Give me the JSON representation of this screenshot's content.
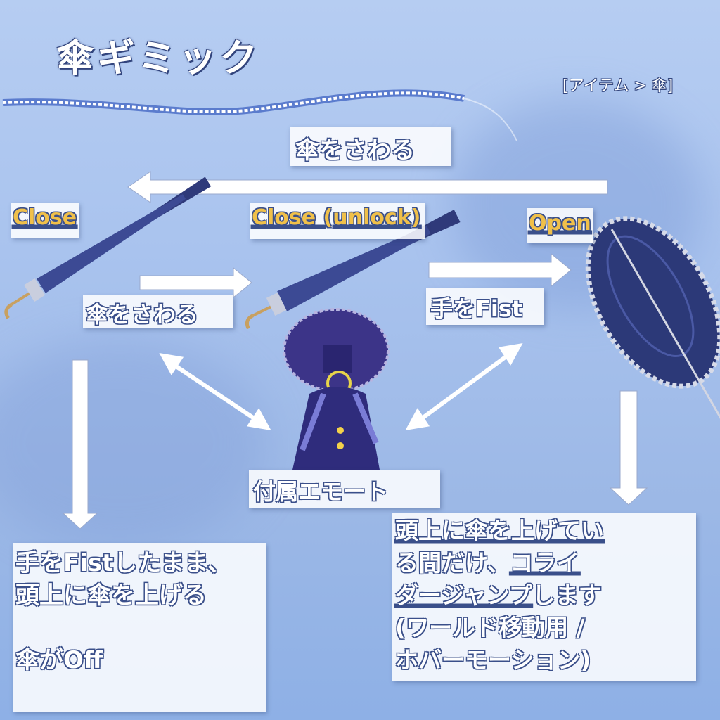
{
  "title": "傘ギミック",
  "breadcrumb": "[アイテム > 傘]",
  "states": {
    "close": "Close",
    "close_unlock": "Close (unlock)",
    "open": "Open"
  },
  "actions": {
    "touch_top": "傘をさわる",
    "touch_left": "傘をさわる",
    "fist": "手をFist",
    "emote": "付属エモート"
  },
  "notes": {
    "left_line1": "手をFistしたまま、",
    "left_line2": "頭上に傘を上げる",
    "left_line3": "傘がOff",
    "right_line1a": "頭上に傘を上げてい",
    "right_line2a": "る間だけ、",
    "right_line2b": "コライ",
    "right_line3a": "ダージャンプ",
    "right_line3b": "します",
    "right_line4": "(ワールド移動用 /",
    "right_line5": "ホバーモーション)"
  },
  "colors": {
    "accent_gold": "#f0c04a",
    "outline_navy": "#3a4f8a",
    "umbrella_navy": "#2f3a7a"
  }
}
